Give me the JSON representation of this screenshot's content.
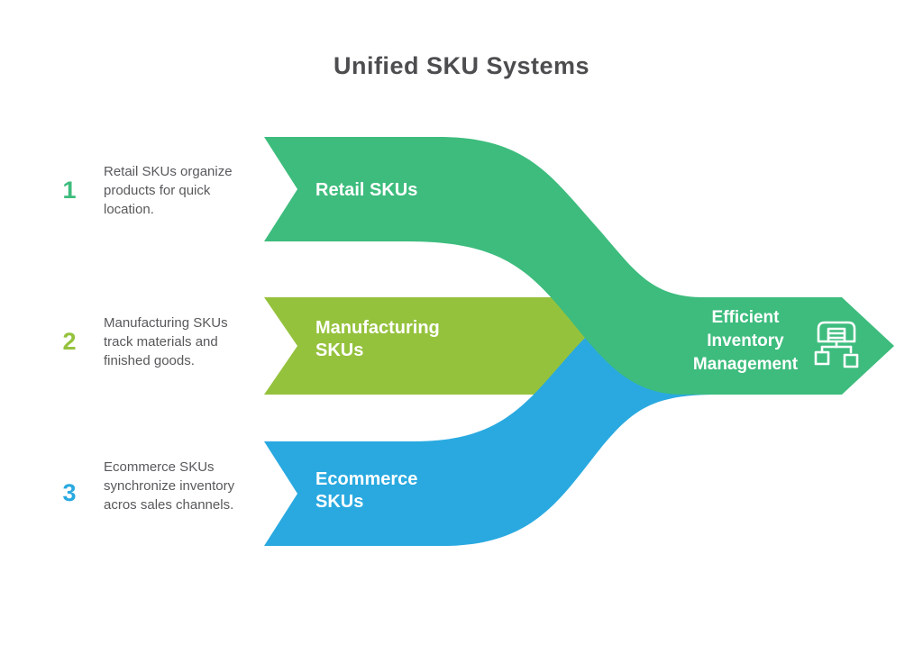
{
  "title": "Unified SKU Systems",
  "colors": {
    "green": "#3dbc7d",
    "olive": "#95c23d",
    "blue": "#29a9e0",
    "text_gray": "#58595b"
  },
  "steps": [
    {
      "number": "1",
      "description": "Retail SKUs organize products for quick location.",
      "band_label": "Retail SKUs"
    },
    {
      "number": "2",
      "description": "Manufacturing SKUs track materials and finished goods.",
      "band_label": "Manufacturing SKUs"
    },
    {
      "number": "3",
      "description": "Ecommerce SKUs synchronize inventory acros sales channels.",
      "band_label": "Ecommerce SKUs"
    }
  ],
  "result": {
    "label": "Efficient Inventory Management",
    "icon": "warehouse-distribution-icon"
  }
}
